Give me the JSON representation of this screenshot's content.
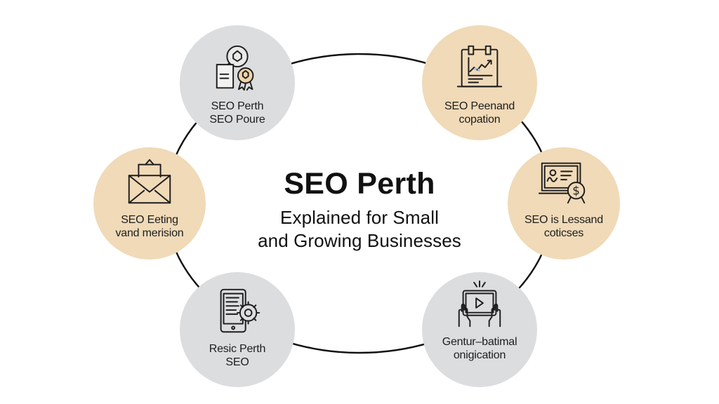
{
  "title": "SEO Perth",
  "subtitle_line1": "Explained for Small",
  "subtitle_line2": "and Growing Businesses",
  "colors": {
    "grey_node": "#dcdddf",
    "beige_node": "#f0dab8",
    "ring_stroke": "#111111",
    "text": "#1d1d1d"
  },
  "nodes": [
    {
      "id": "top-left",
      "icon": "certificate-award-icon",
      "fill": "grey",
      "lines": [
        "SEO Perth",
        "SEO Poure"
      ]
    },
    {
      "id": "top-right",
      "icon": "growth-chart-board-icon",
      "fill": "beige",
      "lines": [
        "SEO Peenand",
        "copation"
      ]
    },
    {
      "id": "left",
      "icon": "envelope-mail-icon",
      "fill": "beige",
      "lines": [
        "SEO Eeting",
        "vand merision"
      ]
    },
    {
      "id": "right",
      "icon": "profile-dollar-screen-icon",
      "fill": "beige",
      "lines": [
        "SEO is Lessand",
        "coticses"
      ]
    },
    {
      "id": "bottom-left",
      "icon": "tablet-gear-icon",
      "fill": "grey",
      "lines": [
        "Resic Perth",
        "SEO"
      ]
    },
    {
      "id": "bottom-right",
      "icon": "hands-video-tablet-icon",
      "fill": "grey",
      "lines": [
        "Gentur–batimal",
        "onigication"
      ]
    }
  ]
}
